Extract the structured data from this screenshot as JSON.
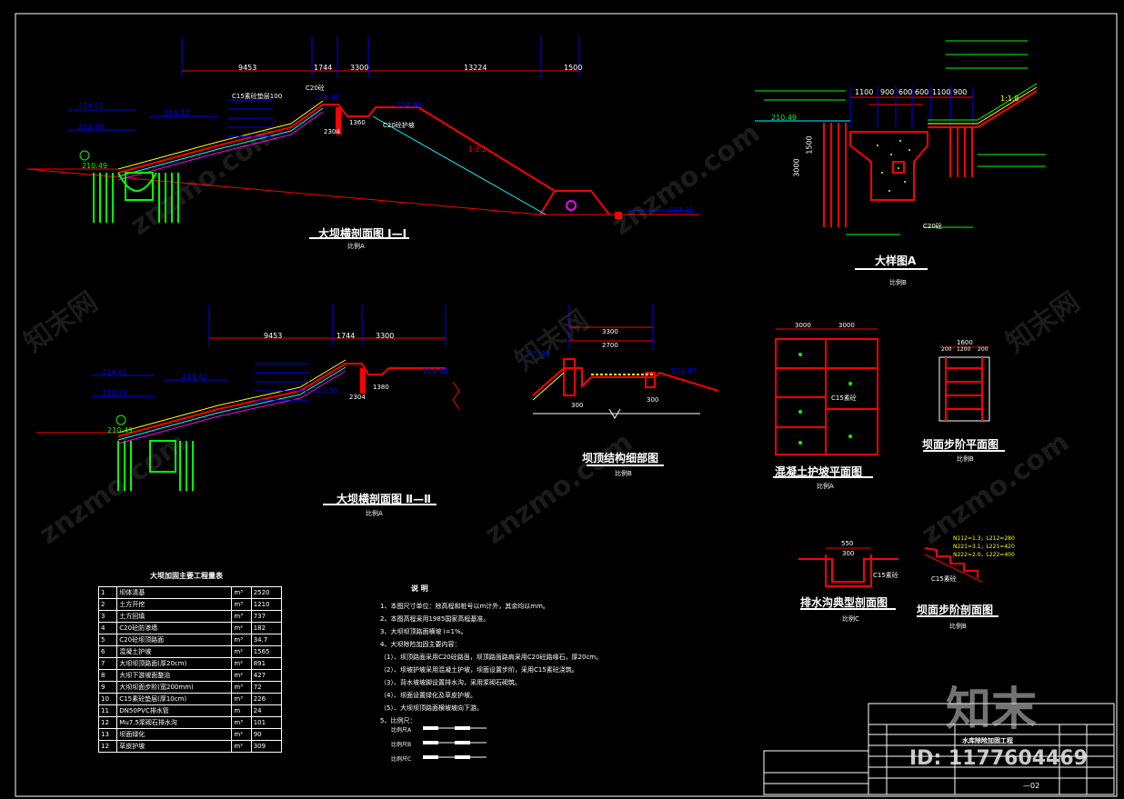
{
  "drawing_titles": {
    "section_1": "大坝横剖面图  Ⅰ—Ⅰ",
    "section_2": "大坝横剖面图  Ⅱ—Ⅱ",
    "detail_a": "大样图A",
    "crest_detail": "坝顶结构细部图",
    "slope_plan": "混凝土护坡平面图",
    "step_plan": "坝面步阶平面图",
    "drain_section": "排水沟典型剖面图",
    "step_section": "坝面步阶剖面图"
  },
  "scales": {
    "section_1": "比例A",
    "section_2": "比例A",
    "detail_a": "比例B",
    "crest_detail": "比例B",
    "slope_plan": "比例A",
    "step_plan": "比例B",
    "drain_section": "比例C",
    "step_section": "比例B"
  },
  "section_1": {
    "dims": [
      "9453",
      "1744",
      "3300",
      "13224",
      "1500"
    ],
    "elevations": [
      "214.81",
      "214.42",
      "213.35",
      "210.49",
      "215.45",
      "214.85",
      "207.35"
    ],
    "layers": [
      "C15素砼垫层100",
      "C20砼",
      "C20砼护坡"
    ],
    "slope": "1:2.2",
    "heights": [
      "2304",
      "1360"
    ]
  },
  "section_2": {
    "dims": [
      "9453",
      "1744",
      "3300"
    ],
    "elevations": [
      "214.81",
      "214.42",
      "213.35",
      "210.49",
      "213.55",
      "214.85"
    ],
    "heights": [
      "2304",
      "1380"
    ]
  },
  "detail_a": {
    "dims": [
      "1100",
      "900",
      "600",
      "600",
      "1100",
      "900",
      "1500",
      "3000"
    ],
    "elevation": "210.49",
    "slope": "1:1.8",
    "label": "C20砼"
  },
  "crest_detail": {
    "elevations": [
      "215.45",
      "214.85"
    ],
    "dims": [
      "3300",
      "2700",
      "300",
      "300"
    ]
  },
  "slope_plan": {
    "dims": [
      "3000",
      "3000"
    ],
    "label": "C15素砼"
  },
  "step_plan": {
    "dims": [
      "1600",
      "200",
      "1200",
      "200"
    ]
  },
  "drain_section": {
    "dims": [
      "550",
      "300"
    ],
    "label": "C15素砼"
  },
  "step_section": {
    "label": "C15素砼",
    "notes": [
      "N112=1.3，L212=280",
      "N221=3.1，L221=420",
      "N222=2.0，L222=400"
    ]
  },
  "quantity_table": {
    "title": "大坝加固主要工程量表",
    "rows": [
      [
        "1",
        "坝体清基",
        "m³",
        "2520"
      ],
      [
        "2",
        "土方开挖",
        "m³",
        "1210"
      ],
      [
        "3",
        "土方回填",
        "m³",
        "737"
      ],
      [
        "4",
        "C20砼防渗墙",
        "m²",
        "182"
      ],
      [
        "5",
        "C20砼坝顶路面",
        "m³",
        "34.7"
      ],
      [
        "6",
        "混凝土护坡",
        "m²",
        "1565"
      ],
      [
        "7",
        "大坝坝顶路面(厚20cm)",
        "m²",
        "891"
      ],
      [
        "8",
        "大坝下游坡面整治",
        "m²",
        "427"
      ],
      [
        "9",
        "大坝坝面步阶(宽200mm)",
        "m³",
        "72"
      ],
      [
        "10",
        "C15素砼垫层(厚10cm)",
        "m³",
        "226"
      ],
      [
        "11",
        "DN50PVC排水管",
        "m",
        "24"
      ],
      [
        "12",
        "Mu7.5浆砌石排水沟",
        "m³",
        "101"
      ],
      [
        "13",
        "坝面绿化",
        "m²",
        "90"
      ],
      [
        "12",
        "草皮护坡",
        "m²",
        "309"
      ]
    ]
  },
  "notes": {
    "title": "说  明",
    "items": [
      "1、本图尺寸单位：除高程和桩号以m计外，其余均以mm。",
      "2、本图高程采用1985国家高程基准。",
      "3、大坝坝顶路面横坡 i=1%。",
      "4、大坝除险加固主要内容：",
      "（1）、坝顶路面采用C20砼路面，坝顶路面路肩采用C20砼路缘石，厚20cm。",
      "（2）、坝坡护坡采用混凝土护坡，坝面设置步阶，采用C15素砼浇筑。",
      "（3）、背水坡坡脚设置排水沟，采用浆砌石砌筑。",
      "（4）、坝面设置绿化及草皮护坡。",
      "（5）、大坝坝顶路面横坡坡向下游。",
      "5、比例尺："
    ],
    "scale_labels": [
      "比例尺A",
      "比例尺B",
      "比例尺C"
    ]
  },
  "title_block": {
    "project": "水库除险加固工程",
    "drawing_no": "—02"
  },
  "watermark": {
    "brand": "知末",
    "id": "ID: 1177604469",
    "site": "znzmo.com",
    "cn": "知末网"
  }
}
